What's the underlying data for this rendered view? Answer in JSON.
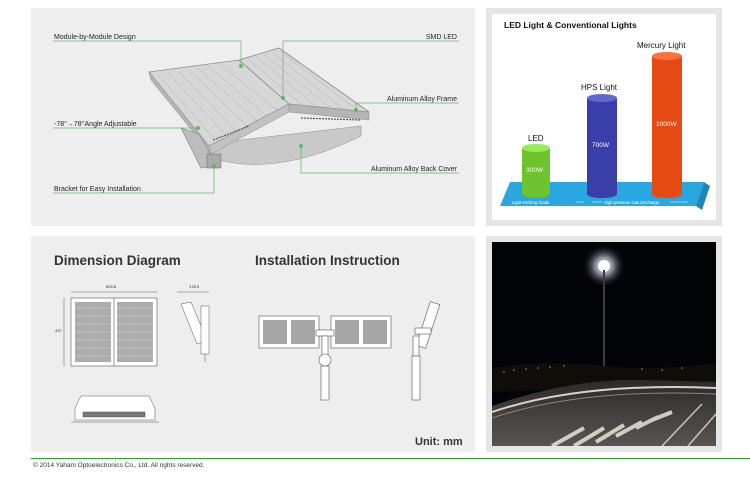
{
  "features": {
    "module_design": "Module-by-Module Design",
    "smd_led": "SMD LED",
    "aluminum_frame": "Aluminum Alloy Frame",
    "angle": "-78°→78°Angle Adjustable",
    "back_cover": "Aluminum Alloy Back Cover",
    "bracket": "Bracket for Easy Installation"
  },
  "comparison": {
    "title": "LED Light & Conventional Lights",
    "led": {
      "label": "LED",
      "watt": "300W",
      "color": "#6cc32e"
    },
    "hps": {
      "label": "HPS Light",
      "watt": "700W",
      "color": "#3a3ea8"
    },
    "mercury": {
      "label": "Mercury Light",
      "watt": "1000W",
      "color": "#e44a12"
    },
    "band_left": "Light-emitting Diode",
    "band_right": "High-pressure Gas Discharge",
    "band_color": "#2aa7e0"
  },
  "dimension": {
    "title": "Dimension Diagram",
    "install_title": "Installation Instruction",
    "unit": "Unit: mm",
    "dim_width": "609.8",
    "dim_side": "178.5",
    "dim_height": "437"
  },
  "footer": {
    "copyright": "© 2014 Yaham Optoelectronics Co., Ltd. All rights reserved."
  }
}
